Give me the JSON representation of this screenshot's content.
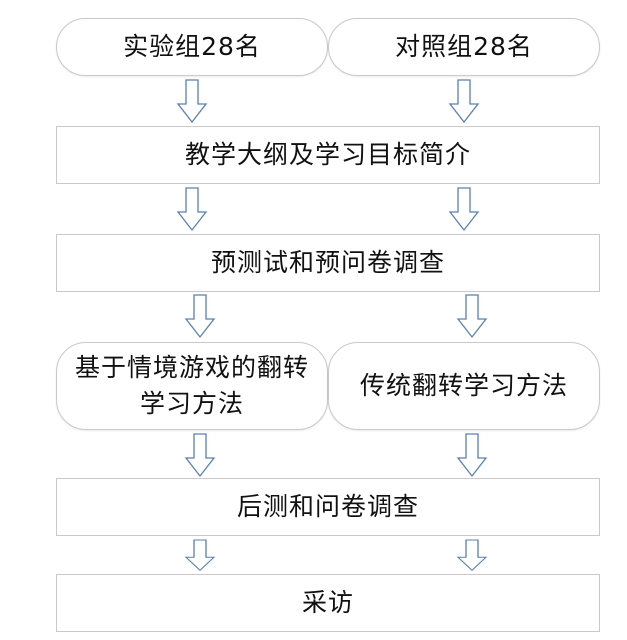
{
  "diagram": {
    "colors": {
      "node_border": "#c9c9c9",
      "arrow_stroke": "#5b7fb0",
      "text": "#111111"
    },
    "nodes": {
      "experimental_group": {
        "label": "实验组28名"
      },
      "control_group": {
        "label": "对照组28名"
      },
      "syllabus_intro": {
        "label": "教学大纲及学习目标简介"
      },
      "pretest_survey": {
        "label": "预测试和预问卷调查"
      },
      "game_flipped": {
        "label_line1": "基于情境游戏的翻转",
        "label_line2": "学习方法"
      },
      "traditional_flipped": {
        "label": "传统翻转学习方法"
      },
      "posttest_survey": {
        "label": "后测和问卷调查"
      },
      "interview": {
        "label": "采访"
      }
    },
    "arrow_icon": "hollow-down-arrow-icon"
  }
}
